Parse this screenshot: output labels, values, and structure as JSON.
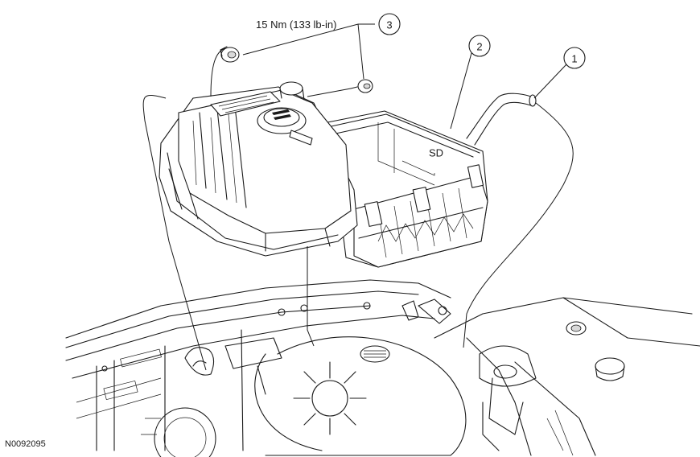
{
  "figure_id": "N0092095",
  "torque_spec": "15 Nm (133 lb-in)",
  "callouts": [
    {
      "number": "1"
    },
    {
      "number": "2"
    },
    {
      "number": "3"
    }
  ],
  "decal_text": "SD"
}
